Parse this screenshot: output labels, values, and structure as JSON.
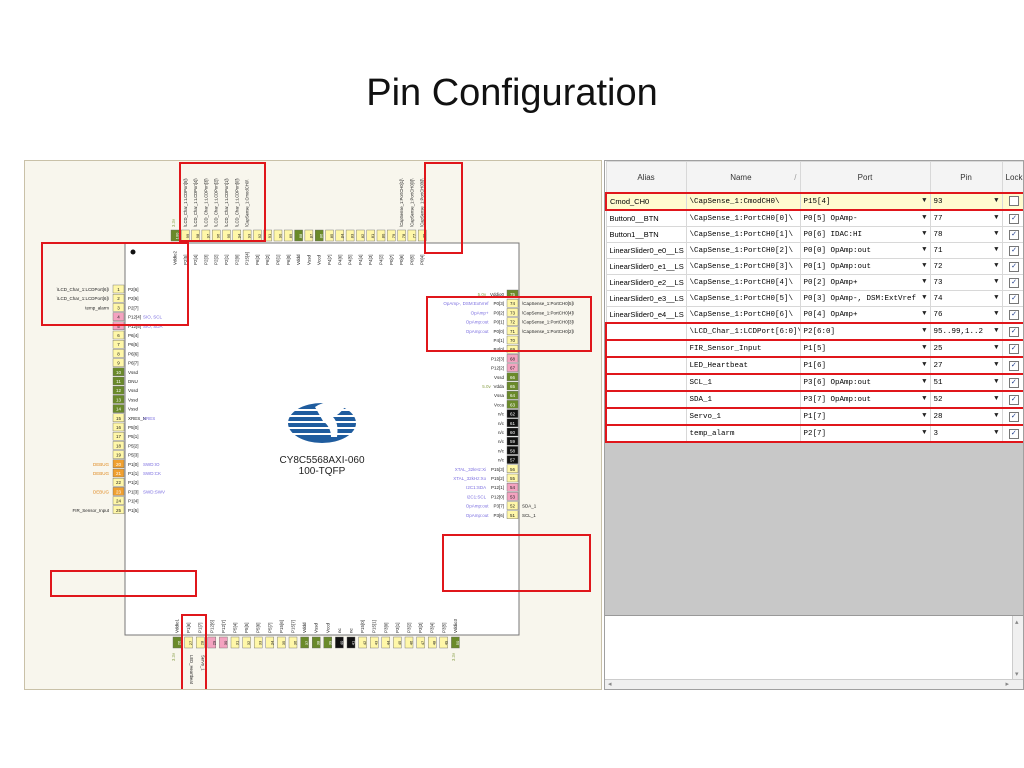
{
  "slide": {
    "title": "Pin Configuration"
  },
  "chip": {
    "part": "CY8C5568AXI-060",
    "package": "100-TQFP",
    "top_pins": [
      {
        "num": "100",
        "label": "Vddio2"
      },
      {
        "num": "99",
        "label": "P2[5]",
        "tag": "\\LCD_Char_1:LCDPort[5]\\"
      },
      {
        "num": "98",
        "label": "P2[4]",
        "tag": "\\LCD_Char_1:LCDPort[4]\\"
      },
      {
        "num": "97",
        "label": "P2[3]",
        "tag": "\\LCD_Char_1:LCDPort[3]\\"
      },
      {
        "num": "96",
        "label": "P2[2]",
        "tag": "\\LCD_Char_1:LCDPort[2]\\"
      },
      {
        "num": "95",
        "label": "P2[1]",
        "tag": "\\LCD_Char_1:LCDPort[1]\\"
      },
      {
        "num": "94",
        "label": "P2[0]",
        "tag": "\\LCD_Char_1:LCDPort[0]\\"
      },
      {
        "num": "93",
        "label": "P15[4]",
        "tag": "\\CapSense_1:CmodCH0\\"
      },
      {
        "num": "92",
        "label": "P6[3]"
      },
      {
        "num": "91",
        "label": "P6[2]"
      },
      {
        "num": "90",
        "label": "P6[1]"
      },
      {
        "num": "89",
        "label": "P6[0]"
      },
      {
        "num": "88",
        "label": "Vddd"
      },
      {
        "num": "87",
        "label": "Vssd"
      },
      {
        "num": "86",
        "label": "Vccd"
      },
      {
        "num": "85",
        "label": "P4[7]"
      },
      {
        "num": "84",
        "label": "P4[6]"
      },
      {
        "num": "83",
        "label": "P4[5]"
      },
      {
        "num": "82",
        "label": "P4[4]"
      },
      {
        "num": "81",
        "label": "P4[3]"
      },
      {
        "num": "80",
        "label": "P4[2]"
      },
      {
        "num": "79",
        "label": "P0[7]"
      },
      {
        "num": "78",
        "label": "P0[6]",
        "tag": "\\CapSense_1:PortCH0[1]\\"
      },
      {
        "num": "77",
        "label": "P0[5]",
        "tag": "\\CapSense_1:PortCH0[0]\\"
      },
      {
        "num": "76",
        "label": "P0[4]",
        "tag": "\\CapSense_1:PortCH0[6]\\"
      }
    ],
    "left_pins": [
      {
        "num": "1",
        "label": "P2[6]",
        "tag": "\\LCD_Char_1:LCDPort[6]\\"
      },
      {
        "num": "2",
        "label": "P2[6]",
        "tag": "\\LCD_Char_1:LCDPort[6]\\"
      },
      {
        "num": "3",
        "label": "P2[7]",
        "tag": "temp_alarm"
      },
      {
        "num": "4",
        "label": "P12[4]",
        "note": "SIO, SCL"
      },
      {
        "num": "5",
        "label": "P12[5]",
        "note": "SIO, SDA"
      },
      {
        "num": "6",
        "label": "P6[4]"
      },
      {
        "num": "7",
        "label": "P6[5]"
      },
      {
        "num": "8",
        "label": "P6[6]"
      },
      {
        "num": "9",
        "label": "P6[7]"
      },
      {
        "num": "10",
        "label": "Vssd"
      },
      {
        "num": "11",
        "label": "DNU"
      },
      {
        "num": "12",
        "label": "Vssd"
      },
      {
        "num": "13",
        "label": "Vssd"
      },
      {
        "num": "14",
        "label": "Vssd"
      },
      {
        "num": "15",
        "label": "XRES_N",
        "note": "XRES"
      },
      {
        "num": "16",
        "label": "P5[0]"
      },
      {
        "num": "17",
        "label": "P5[1]"
      },
      {
        "num": "18",
        "label": "P5[2]"
      },
      {
        "num": "19",
        "label": "P5[3]"
      },
      {
        "num": "20",
        "label": "P1[0]",
        "note": "SWD:IO",
        "pre": "DEBUG"
      },
      {
        "num": "21",
        "label": "P1[1]",
        "note": "SWD:CK",
        "pre": "DEBUG"
      },
      {
        "num": "22",
        "label": "P1[2]"
      },
      {
        "num": "23",
        "label": "P1[3]",
        "note": "SWD:SWV",
        "pre": "DEBUG"
      },
      {
        "num": "24",
        "label": "P1[4]"
      },
      {
        "num": "25",
        "label": "P1[5]",
        "tag": "FIR_Sensor_Input"
      }
    ],
    "right_pins": [
      {
        "num": "75",
        "label": "Vddio0",
        "note": "5.0v"
      },
      {
        "num": "74",
        "label": "P0[3]",
        "note": "OpAmp-, DSM:ExtVref",
        "tag": "\\CapSense_1:PortCH0[5]\\"
      },
      {
        "num": "73",
        "label": "P0[2]",
        "note": "OpAmp+",
        "tag": "\\CapSense_1:PortCH0[4]\\"
      },
      {
        "num": "72",
        "label": "P0[1]",
        "note": "OpAmp:out",
        "tag": "\\CapSense_1:PortCH0[3]\\"
      },
      {
        "num": "71",
        "label": "P0[0]",
        "note": "OpAmp:out",
        "tag": "\\CapSense_1:PortCH0[2]\\"
      },
      {
        "num": "70",
        "label": "P4[1]"
      },
      {
        "num": "69",
        "label": "P4[0]"
      },
      {
        "num": "68",
        "label": "P12[3]"
      },
      {
        "num": "67",
        "label": "P12[2]"
      },
      {
        "num": "66",
        "label": "Vssd"
      },
      {
        "num": "65",
        "label": "Vdda",
        "note": "5.0v"
      },
      {
        "num": "64",
        "label": "Vssa"
      },
      {
        "num": "63",
        "label": "Vcca"
      },
      {
        "num": "62",
        "label": "n/c"
      },
      {
        "num": "61",
        "label": "n/c"
      },
      {
        "num": "60",
        "label": "n/c"
      },
      {
        "num": "59",
        "label": "n/c"
      },
      {
        "num": "58",
        "label": "n/c"
      },
      {
        "num": "57",
        "label": "n/c"
      },
      {
        "num": "56",
        "label": "P15[3]",
        "note": "XTAL_32kHz:Xi"
      },
      {
        "num": "55",
        "label": "P15[2]",
        "note": "XTAL_32kHz:Xo"
      },
      {
        "num": "54",
        "label": "P12[1]",
        "note": "I2C1:SDA"
      },
      {
        "num": "53",
        "label": "P12[0]",
        "note": "I2C1:SCL"
      },
      {
        "num": "52",
        "label": "P3[7]",
        "note": "OpAmp:out",
        "tag": "SDA_1"
      },
      {
        "num": "51",
        "label": "P3[6]",
        "note": "OpAmp:out",
        "tag": "SCL_1"
      }
    ],
    "bottom_pins": [
      {
        "num": "26",
        "label": "Vddio1"
      },
      {
        "num": "27",
        "label": "P1[6]",
        "tag": "LED_Heartbeat"
      },
      {
        "num": "28",
        "label": "P1[7]",
        "tag": "Servo_1"
      },
      {
        "num": "29",
        "label": "P12[6]"
      },
      {
        "num": "30",
        "label": "P12[7]"
      },
      {
        "num": "31",
        "label": "P5[4]"
      },
      {
        "num": "32",
        "label": "P5[5]"
      },
      {
        "num": "33",
        "label": "P5[6]"
      },
      {
        "num": "34",
        "label": "P5[7]"
      },
      {
        "num": "35",
        "label": "P15[6]"
      },
      {
        "num": "36",
        "label": "P15[7]"
      },
      {
        "num": "37",
        "label": "Vddd"
      },
      {
        "num": "38",
        "label": "Vssd"
      },
      {
        "num": "39",
        "label": "Vccd"
      },
      {
        "num": "40",
        "label": "nc"
      },
      {
        "num": "41",
        "label": "nc"
      },
      {
        "num": "42",
        "label": "P15[0]"
      },
      {
        "num": "43",
        "label": "P15[1]"
      },
      {
        "num": "44",
        "label": "P3[0]"
      },
      {
        "num": "45",
        "label": "P3[1]"
      },
      {
        "num": "46",
        "label": "P3[2]"
      },
      {
        "num": "47",
        "label": "P3[3]"
      },
      {
        "num": "48",
        "label": "P3[4]"
      },
      {
        "num": "49",
        "label": "P3[5]"
      },
      {
        "num": "50",
        "label": "Vddio3"
      }
    ],
    "voltage_label": "3.3v"
  },
  "grid": {
    "headers": {
      "alias": "Alias",
      "name": "Name",
      "port": "Port",
      "pin": "Pin",
      "lock": "Lock"
    },
    "rows": [
      {
        "alias": "Cmod_CH0",
        "name": "\\CapSense_1:CmodCH0\\",
        "port": "P15[4]",
        "pin": "93",
        "lock": false,
        "selected": true
      },
      {
        "alias": "Button0__BTN",
        "name": "\\CapSense_1:PortCH0[0]\\",
        "port": "P0[5] OpAmp-",
        "pin": "77",
        "lock": true
      },
      {
        "alias": "Button1__BTN",
        "name": "\\CapSense_1:PortCH0[1]\\",
        "port": "P0[6] IDAC:HI",
        "pin": "78",
        "lock": true
      },
      {
        "alias": "LinearSlider0_e0__LS",
        "name": "\\CapSense_1:PortCH0[2]\\",
        "port": "P0[0] OpAmp:out",
        "pin": "71",
        "lock": true
      },
      {
        "alias": "LinearSlider0_e1__LS",
        "name": "\\CapSense_1:PortCH0[3]\\",
        "port": "P0[1] OpAmp:out",
        "pin": "72",
        "lock": true
      },
      {
        "alias": "LinearSlider0_e2__LS",
        "name": "\\CapSense_1:PortCH0[4]\\",
        "port": "P0[2] OpAmp+",
        "pin": "73",
        "lock": true
      },
      {
        "alias": "LinearSlider0_e3__LS",
        "name": "\\CapSense_1:PortCH0[5]\\",
        "port": "P0[3] OpAmp-, DSM:ExtVref",
        "pin": "74",
        "lock": true
      },
      {
        "alias": "LinearSlider0_e4__LS",
        "name": "\\CapSense_1:PortCH0[6]\\",
        "port": "P0[4] OpAmp+",
        "pin": "76",
        "lock": true
      },
      {
        "alias": "",
        "name": "\\LCD_Char_1:LCDPort[6:0]\\",
        "port": "P2[6:0]",
        "pin": "95..99,1..2",
        "lock": true
      },
      {
        "alias": "",
        "name": "FIR_Sensor_Input",
        "port": "P1[5]",
        "pin": "25",
        "lock": true
      },
      {
        "alias": "",
        "name": "LED_Heartbeat",
        "port": "P1[6]",
        "pin": "27",
        "lock": true
      },
      {
        "alias": "",
        "name": "SCL_1",
        "port": "P3[6] OpAmp:out",
        "pin": "51",
        "lock": true
      },
      {
        "alias": "",
        "name": "SDA_1",
        "port": "P3[7] OpAmp:out",
        "pin": "52",
        "lock": true
      },
      {
        "alias": "",
        "name": "Servo_1",
        "port": "P1[7]",
        "pin": "28",
        "lock": true
      },
      {
        "alias": "",
        "name": "temp_alarm",
        "port": "P2[7]",
        "pin": "3",
        "lock": true
      }
    ]
  },
  "colors": {
    "highlight": "#e0161b",
    "pin_green": "#6a8a2a",
    "pin_yellow": "#fff7a8",
    "pin_pink": "#f4a3c0",
    "pin_black": "#111111",
    "pin_orange": "#f0a030"
  }
}
